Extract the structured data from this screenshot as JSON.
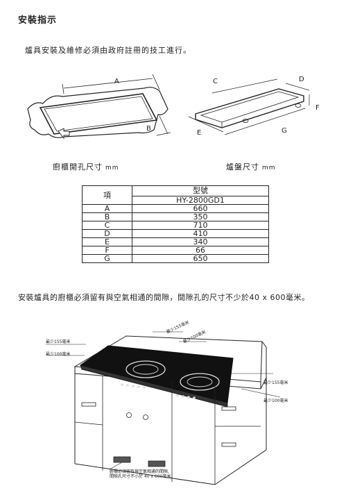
{
  "title": "安裝指示",
  "intro": "爐具安裝及維修必須由政府註冊的技工進行。",
  "diagram1": {
    "caption": "廚櫃開孔尺寸",
    "unit": "mm",
    "labels": {
      "a": "A",
      "b": "B"
    }
  },
  "diagram2": {
    "caption": "爐盤尺寸",
    "unit": "mm",
    "labels": {
      "c": "C",
      "d": "D",
      "e": "E",
      "f": "F",
      "g": "G"
    }
  },
  "table": {
    "item_header": "項",
    "type_header": "型號",
    "model": "HY-2800GD1",
    "rows": [
      {
        "key": "A",
        "value": "660"
      },
      {
        "key": "B",
        "value": "350"
      },
      {
        "key": "C",
        "value": "710"
      },
      {
        "key": "D",
        "value": "410"
      },
      {
        "key": "E",
        "value": "340"
      },
      {
        "key": "F",
        "value": "66"
      },
      {
        "key": "G",
        "value": "650"
      }
    ]
  },
  "gap_note": "安裝爐具的廚櫃必須留有與空氣相通的間隙，間隙孔的尺寸不少於40 x 600毫米。",
  "diagram3": {
    "dim_top_left": "最少155毫米",
    "dim_left": "最少100毫米",
    "dim_top_center": "最少155毫米",
    "dim_top_right": "最少100毫米",
    "dim_right_upper": "最少155毫米",
    "dim_right_lower": "最少100毫米",
    "note_line1": "廚櫃必須留有與空氣相通的間隙,",
    "note_line2": "間隙孔尺寸不小於 40 x 600毫米."
  }
}
